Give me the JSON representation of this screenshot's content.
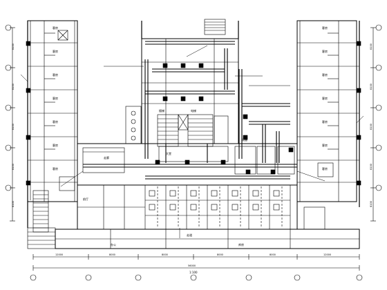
{
  "annotations": {
    "scale_bar": "1:100",
    "room_left_1": "客房",
    "room_left_2": "客房",
    "room_left_3": "客房",
    "room_left_4": "客房",
    "room_left_5": "客房",
    "room_left_6": "客房",
    "room_left_7": "客房",
    "room_right_1": "客房",
    "room_right_2": "客房",
    "room_right_3": "客房",
    "room_right_4": "客房",
    "room_right_5": "客房",
    "room_right_6": "客房",
    "room_right_7": "客房",
    "corridor_label": "走廊",
    "lobby_label": "大堂",
    "stair_label": "楼梯",
    "elevator_label": "电梯",
    "bottom_corridor": "走道",
    "hall_label": "前厅",
    "office_label": "办公",
    "store_label": "库房",
    "equip_label": "设备"
  },
  "dimensions": {
    "left_1": "8100",
    "left_2": "8100",
    "left_3": "8100",
    "left_4": "8100",
    "left_5": "8100",
    "right_1": "8100",
    "right_2": "8100",
    "right_3": "8100",
    "right_4": "8100",
    "right_5": "8100",
    "bottom_1": "12000",
    "bottom_2": "8000",
    "bottom_3": "8000",
    "bottom_4": "8000",
    "bottom_5": "8000",
    "bottom_6": "12000",
    "bottom_total": "56000"
  },
  "colors": {
    "line": "#000000",
    "background": "#ffffff"
  }
}
